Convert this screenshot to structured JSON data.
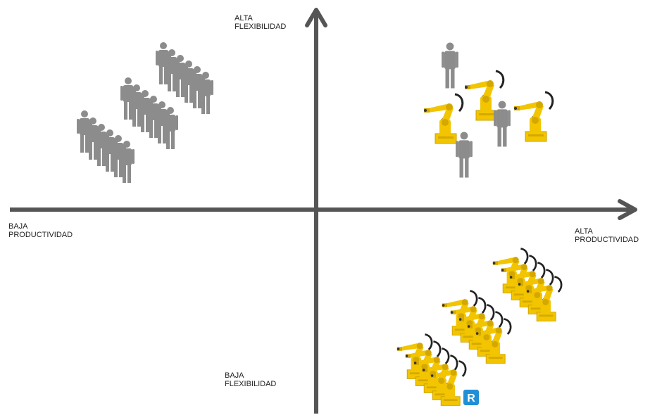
{
  "axes": {
    "top_label": [
      "ALTA",
      "FLEXIBILIDAD"
    ],
    "bottom_label": [
      "BAJA",
      "FLEXIBILIDAD"
    ],
    "left_label": [
      "BAJA",
      "PRODUCTIVIDAD"
    ],
    "right_label": [
      "ALTA",
      "PRODUCTIVIDAD"
    ],
    "axis_color": "#555555"
  },
  "quadrants": {
    "top_left": {
      "content": "workers-only",
      "worker_groups": 3,
      "workers_per_group": 6
    },
    "top_right": {
      "content": "workers-and-robots",
      "robots": 3,
      "workers": 3
    },
    "bottom_right": {
      "content": "robots-only",
      "robot_groups": 3,
      "robots_per_group": 5
    }
  },
  "colors": {
    "worker": "#8c8c8c",
    "robot_body": "#f2c500",
    "robot_shade": "#d4a800",
    "robot_cable": "#222222",
    "logo": "#1f8fd6"
  },
  "logo": {
    "letter": "R"
  }
}
